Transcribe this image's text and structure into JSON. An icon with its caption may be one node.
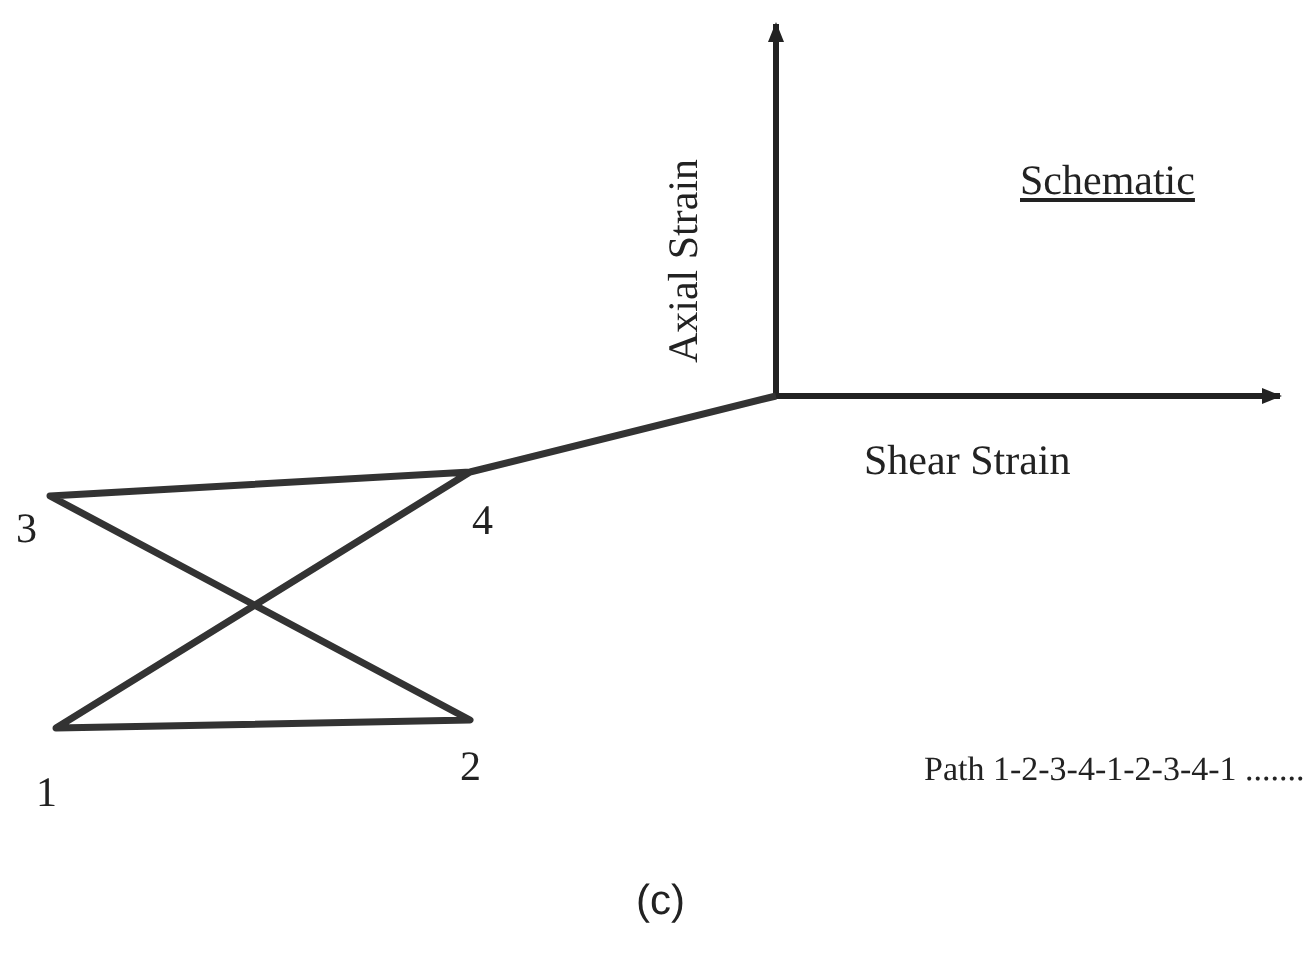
{
  "diagram": {
    "labels": [
      "Axial Strain",
      "Schematic",
      "Shear Strain",
      "3",
      "4",
      "1",
      "2",
      "Path 1-2-3-4-1-2-3-4-1 .......",
      "(c)"
    ]
  }
}
